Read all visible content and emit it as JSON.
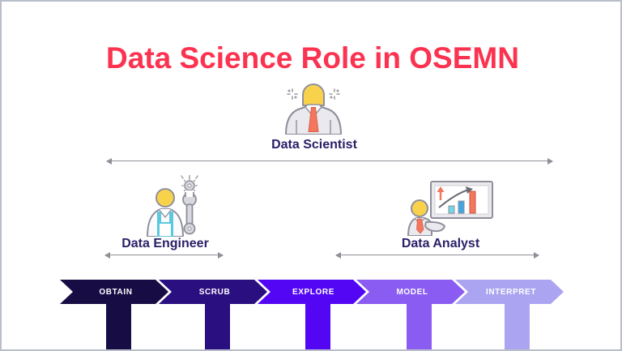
{
  "slide": {
    "title": "Data Science Role in OSEMN"
  },
  "roles": [
    {
      "id": "data-scientist",
      "label": "Data Scientist",
      "scope": "entire OSEMN pipeline"
    },
    {
      "id": "data-engineer",
      "label": "Data Engineer",
      "scope": "obtain and scrub stages"
    },
    {
      "id": "data-analyst",
      "label": "Data Analyst",
      "scope": "explore, model and interpret stages"
    }
  ],
  "process": {
    "steps": [
      {
        "label": "OBTAIN",
        "color": "#180c45"
      },
      {
        "label": "SCRUB",
        "color": "#2a0f80"
      },
      {
        "label": "EXPLORE",
        "color": "#5306f4"
      },
      {
        "label": "MODEL",
        "color": "#8a5cf1"
      },
      {
        "label": "INTERPRET",
        "color": "#aba4f1"
      }
    ]
  },
  "icons": {
    "scientist": "person-with-tie-icon",
    "engineer": "person-with-wrench-icon",
    "analyst": "person-presenting-chart-icon"
  },
  "colors": {
    "title": "#fb3350",
    "role_label": "#2a2068",
    "arrow_line": "#8f9097",
    "slide_border": "#b9bfca"
  }
}
